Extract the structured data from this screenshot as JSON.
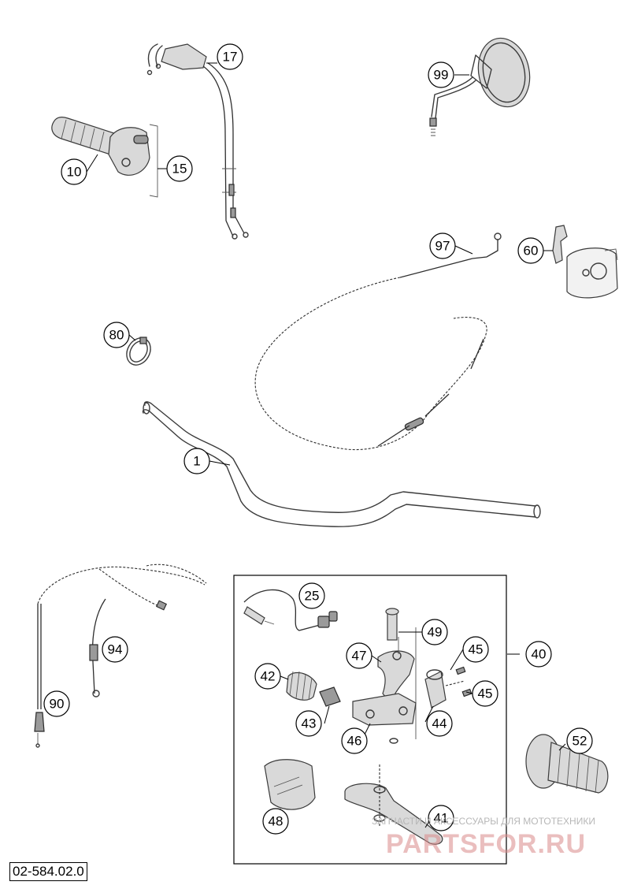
{
  "diagram": {
    "code": "02-584.02.0",
    "callouts": [
      {
        "id": "c17",
        "label": "17"
      },
      {
        "id": "c99",
        "label": "99"
      },
      {
        "id": "c10",
        "label": "10"
      },
      {
        "id": "c15",
        "label": "15"
      },
      {
        "id": "c97",
        "label": "97"
      },
      {
        "id": "c60",
        "label": "60"
      },
      {
        "id": "c80",
        "label": "80"
      },
      {
        "id": "c1",
        "label": "1"
      },
      {
        "id": "c25",
        "label": "25"
      },
      {
        "id": "c49",
        "label": "49"
      },
      {
        "id": "c47",
        "label": "47"
      },
      {
        "id": "c45a",
        "label": "45"
      },
      {
        "id": "c40",
        "label": "40"
      },
      {
        "id": "c42",
        "label": "42"
      },
      {
        "id": "c45b",
        "label": "45"
      },
      {
        "id": "c94",
        "label": "94"
      },
      {
        "id": "c43",
        "label": "43"
      },
      {
        "id": "c44",
        "label": "44"
      },
      {
        "id": "c90",
        "label": "90"
      },
      {
        "id": "c46",
        "label": "46"
      },
      {
        "id": "c52",
        "label": "52"
      },
      {
        "id": "c41",
        "label": "41"
      },
      {
        "id": "c48",
        "label": "48"
      }
    ]
  },
  "watermark": {
    "tagline": "ЗАПЧАСТИ И АКСЕССУАРЫ ДЛЯ МОТОТЕХНИКИ",
    "brand": "PARTSFOR.RU"
  }
}
